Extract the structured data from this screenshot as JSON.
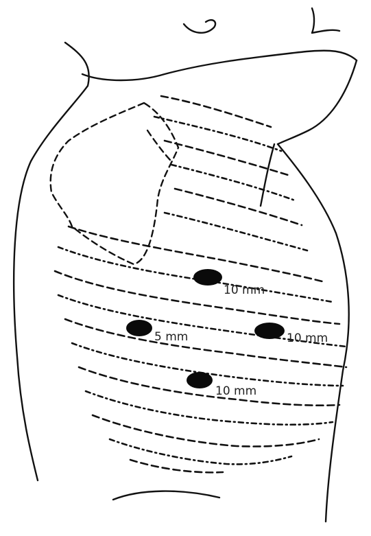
{
  "figure": {
    "ports": [
      {
        "label": "10 mm"
      },
      {
        "label": "5 mm"
      },
      {
        "label": "10 mm"
      },
      {
        "label": "10 mm"
      }
    ]
  }
}
